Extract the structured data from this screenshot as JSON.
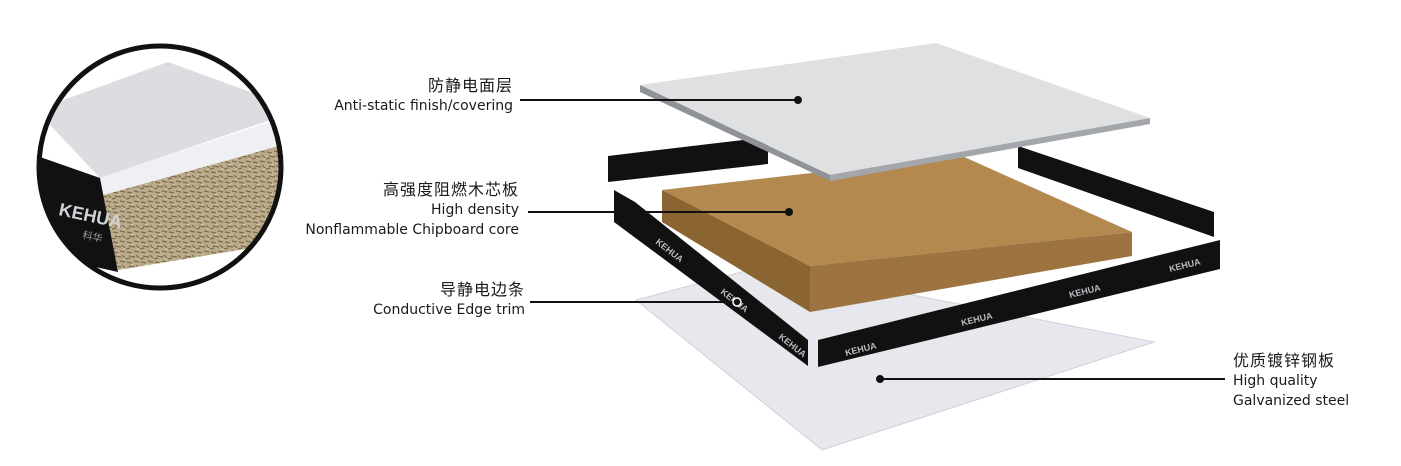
{
  "brand": {
    "logo_text": "KEHUA",
    "logo_text_cn": "科华"
  },
  "layers": [
    {
      "id": "finish",
      "label_cn": "防静电面层",
      "label_en": [
        "Anti-static finish/covering"
      ]
    },
    {
      "id": "core",
      "label_cn": "高强度阻燃木芯板",
      "label_en": [
        "High density",
        "Nonflammable Chipboard core"
      ]
    },
    {
      "id": "edge",
      "label_cn": "导静电边条",
      "label_en": [
        "Conductive Edge trim"
      ]
    },
    {
      "id": "steel",
      "label_cn": "优质镀锌钢板",
      "label_en": [
        "High quality",
        "Galvanized steel"
      ]
    }
  ],
  "colors": {
    "finish_top": "#dfe0e2",
    "finish_edge": "#8f9296",
    "core_top": "#b4894f",
    "core_side": "#7f5a2a",
    "edge_trim": "#111111",
    "steel": "#e6e8ee",
    "leader": "#111111"
  }
}
